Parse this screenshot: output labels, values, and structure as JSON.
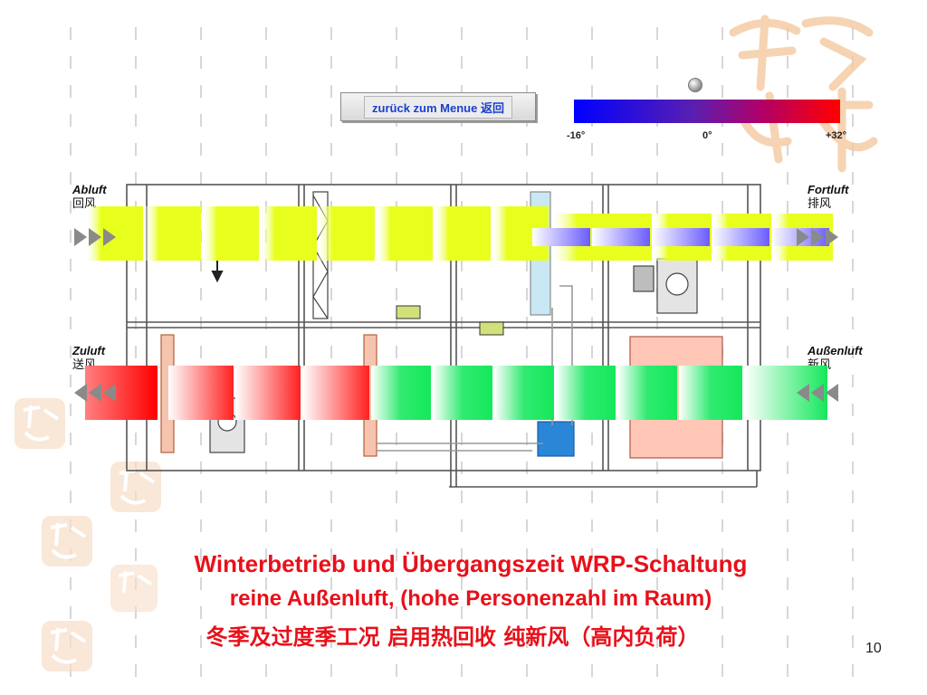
{
  "navigation": {
    "back_label": "zurück zum Menue 返回"
  },
  "temperature_scale": {
    "min_label": "-16°",
    "mid_label": "0°",
    "max_label": "+32°",
    "colors": {
      "cold": "#0000ff",
      "warm": "#ff0000"
    }
  },
  "air_labels": {
    "abluft": {
      "de": "Abluft",
      "cn": "回风"
    },
    "fortluft": {
      "de": "Fortluft",
      "cn": "排风"
    },
    "zuluft": {
      "de": "Zuluft",
      "cn": "送风"
    },
    "aussenluft": {
      "de": "Außenluft",
      "cn": "新风"
    }
  },
  "caption": {
    "line1": "Winterbetrieb und Übergangszeit WRP-Schaltung",
    "line2": "reine Außenluft, (hohe Personenzahl im Raum)",
    "line3_cn": "冬季及过度季工况 启用热回收 纯新风（高内负荷）"
  },
  "page_number": "10",
  "stream_colors": {
    "exhaust_yellow": "#e8ff1e",
    "exhaust_blue": "#6a5cff",
    "supply_red": "#ff1010",
    "supply_green": "#14e85a"
  }
}
